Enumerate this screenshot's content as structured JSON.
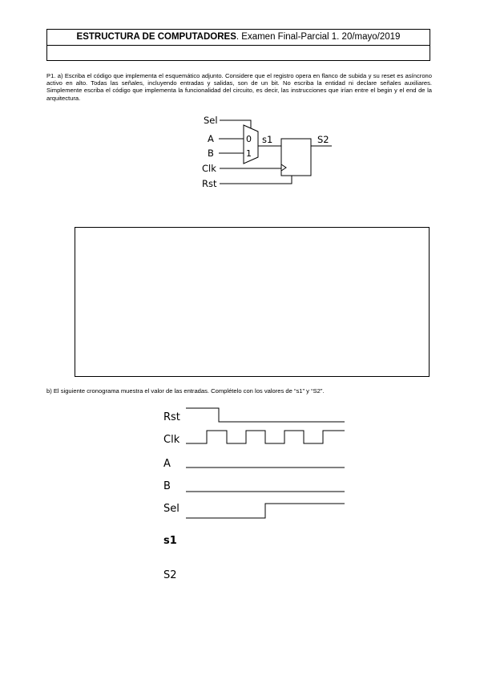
{
  "header": {
    "subject": "ESTRUCTURA DE COMPUTADORES",
    "exam": ". Examen Final-Parcial 1. 20/mayo/2019"
  },
  "p1": {
    "statement": "P1. a) Escriba el código que implementa el esquemático adjunto. Considere que el registro opera en flanco de subida y su reset es asíncrono activo en alto. Todas las señales, incluyendo entradas y salidas, son de un bit. No escriba la entidad ni declare señales auxiliares. Simplemente escriba el código que implementa la funcionalidad del circuito, es decir, las instrucciones que irían entre el begin y el end de la arquitectura."
  },
  "schematic": {
    "sel": "Sel",
    "a": "A",
    "b": "B",
    "clk": "Clk",
    "rst": "Rst",
    "mux_in0": "0",
    "mux_in1": "1",
    "s1": "s1",
    "s2": "S2"
  },
  "pb": {
    "statement": "b) El siguiente cronograma muestra el valor de las entradas. Complételo con los valores de “s1” y “S2”."
  },
  "timing": {
    "rst": "Rst",
    "clk": "Clk",
    "a": "A",
    "b": "B",
    "sel": "Sel",
    "s1": "s1",
    "s2": "S2"
  }
}
